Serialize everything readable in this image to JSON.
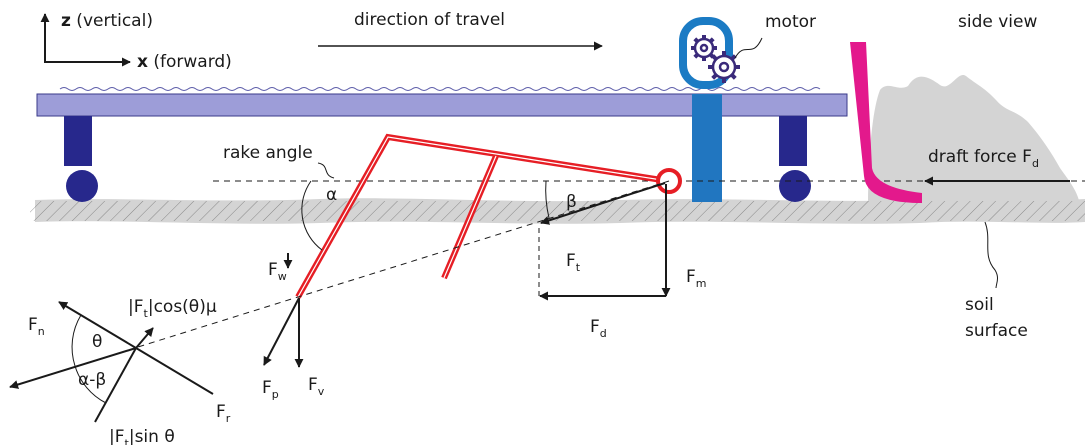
{
  "labels": {
    "z_axis_bold": "z",
    "z_axis_rest": " (vertical)",
    "x_axis_bold": "x",
    "x_axis_rest": " (forward)",
    "direction_of_travel": "direction of travel",
    "motor": "motor",
    "side_view": "side view",
    "rake_angle": "rake angle",
    "alpha": "α",
    "beta": "β",
    "draft_force": "draft force F",
    "draft_force_sub": "d",
    "soil_surface_line1": "soil",
    "soil_surface_line2": "surface",
    "f_t": "F",
    "f_t_sub": "t",
    "f_m": "F",
    "f_m_sub": "m",
    "f_d": "F",
    "f_d_sub": "d",
    "f_w": "F",
    "f_w_sub": "w",
    "f_p": "F",
    "f_p_sub": "p",
    "f_v": "F",
    "f_v_sub": "v",
    "f_n": "F",
    "f_n_sub": "n",
    "f_r": "F",
    "f_r_sub": "r",
    "friction_pre": "|F",
    "friction_sub": "t",
    "friction_post": "|cos(θ)μ",
    "theta": "θ",
    "alpha_minus_beta": "α-β",
    "normal_pre": "|F",
    "normal_sub": "t",
    "normal_post": "|sin θ"
  },
  "colors": {
    "chassis": "#9d9dd8",
    "chassis_edge": "#3a3a8a",
    "wheels": "#27288c",
    "motor_ring": "#1b7bc4",
    "motor_gears": "#3a2a7a",
    "motor_post": "#2176c0",
    "rake": "#e61e25",
    "plow": "#e3198c",
    "soil": "#d4d4d4",
    "lines": "#1a1a1a"
  },
  "icons": {
    "motor": "gear-icon"
  }
}
